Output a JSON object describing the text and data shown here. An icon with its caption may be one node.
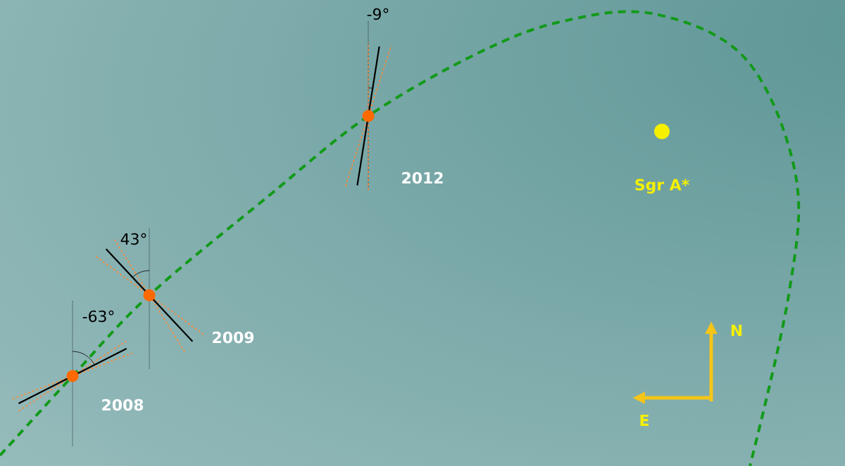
{
  "diagram": {
    "labels": [
      "-9°",
      "2012",
      "Sgr A*",
      "43°",
      "-63°",
      "N",
      "2009",
      "2008",
      "E"
    ]
  }
}
